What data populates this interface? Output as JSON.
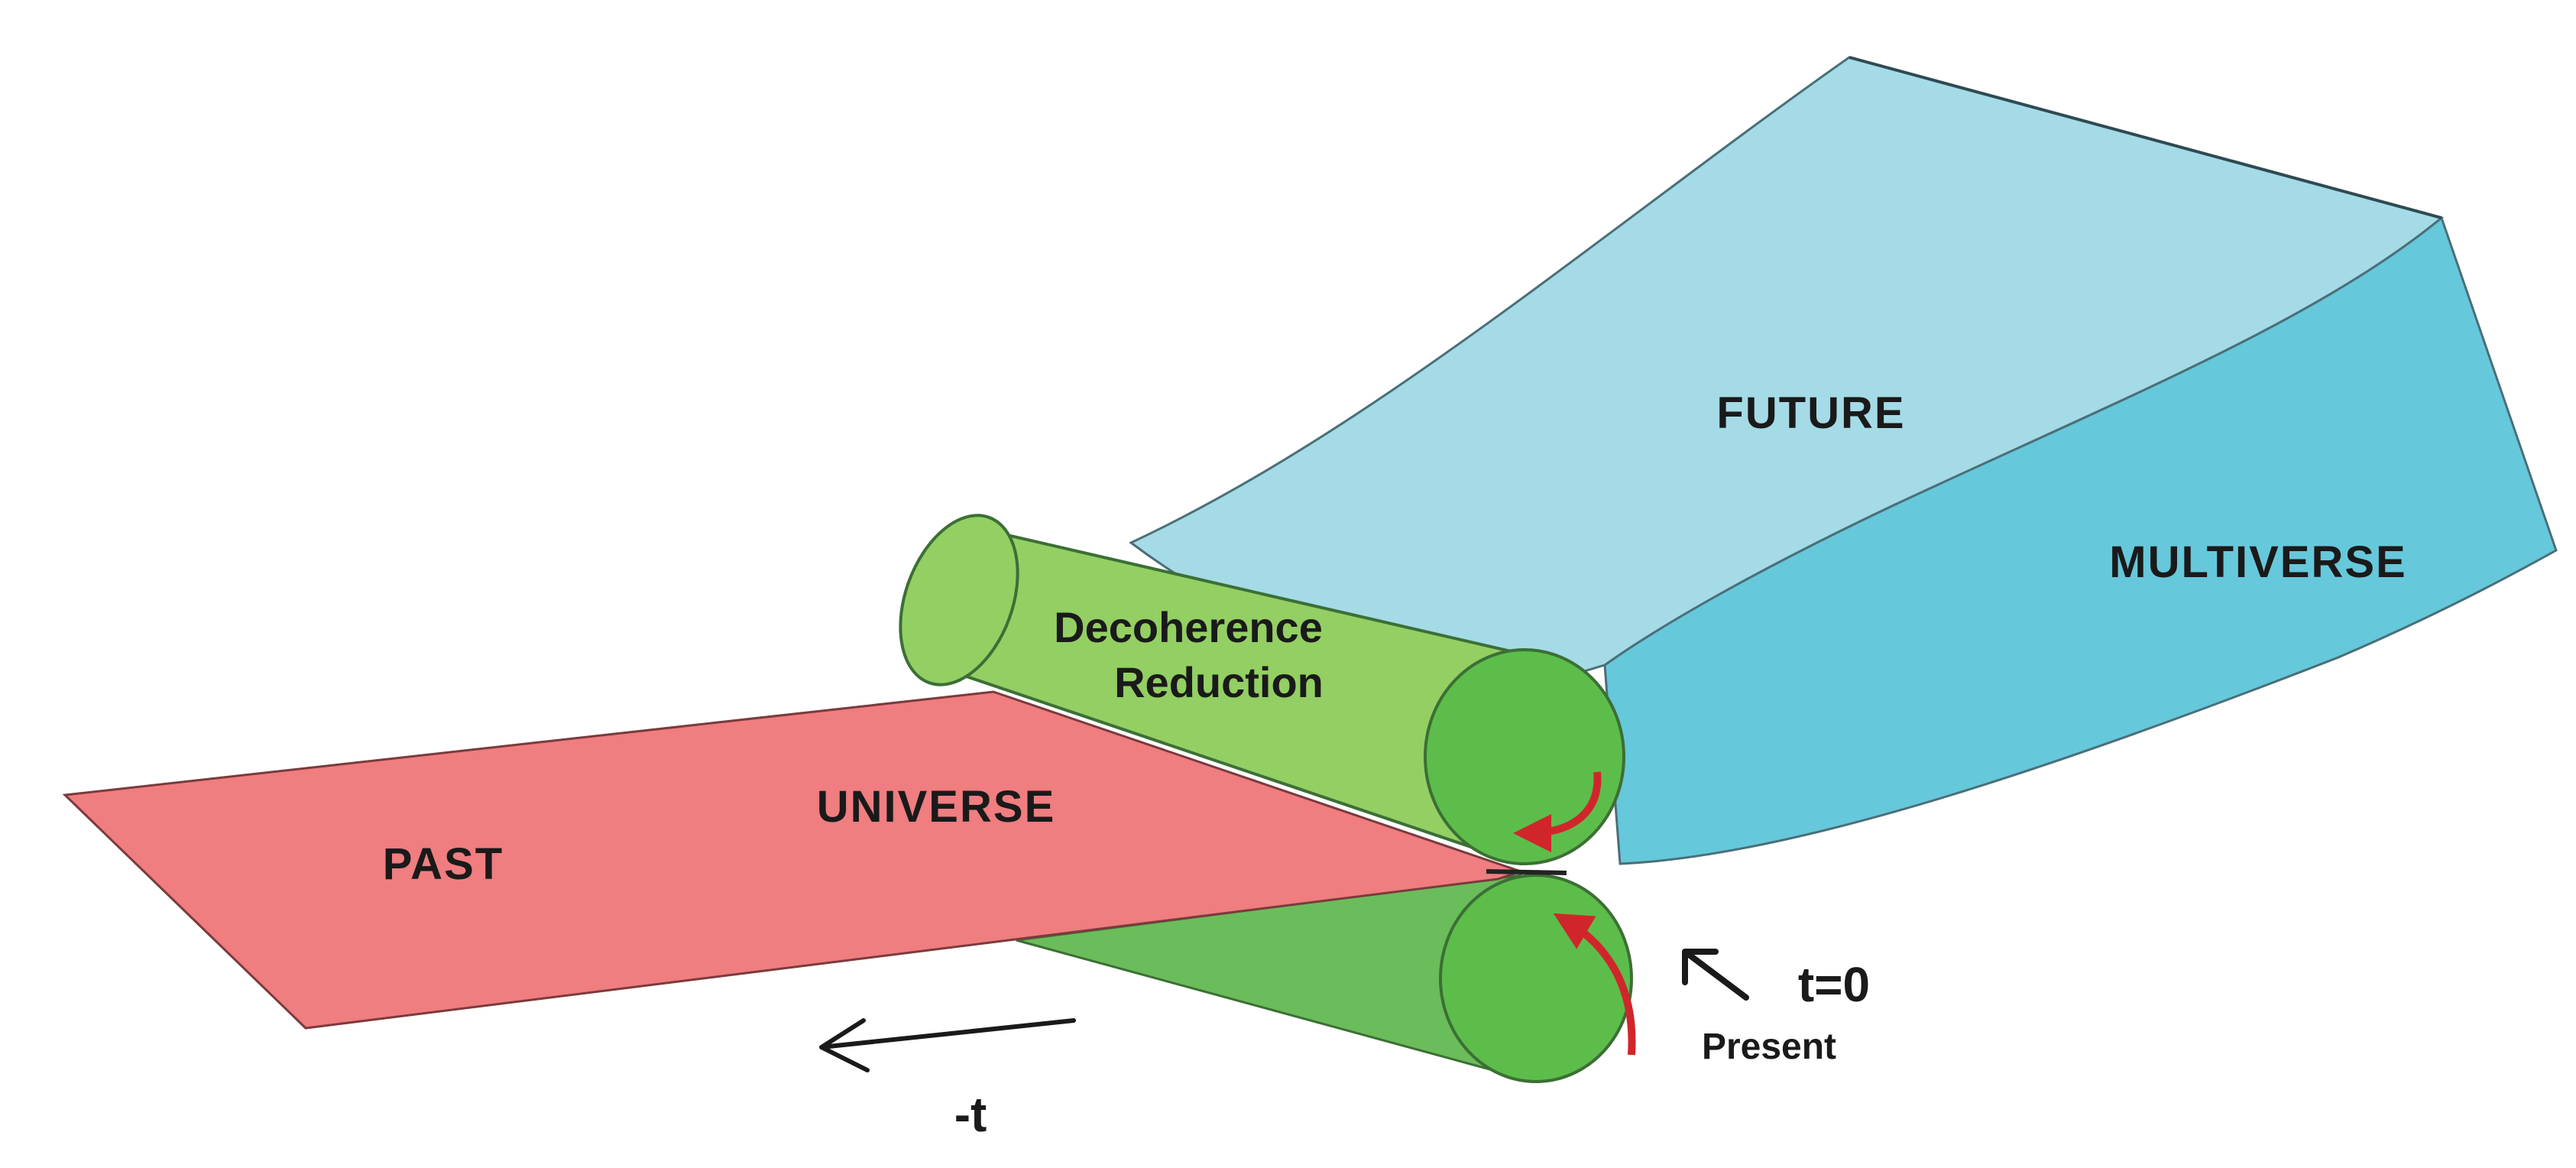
{
  "labels": {
    "future": "FUTURE",
    "multiverse": "MULTIVERSE",
    "decoherence_line1": "Decoherence",
    "decoherence_line2": "Reduction",
    "universe": "UNIVERSE",
    "past": "PAST",
    "t_zero": "t=0",
    "present": "Present",
    "minus_t": "-t"
  },
  "colors": {
    "past_sheet": "#f07d80",
    "future_top": "#a4dbe7",
    "future_side": "#66c8db",
    "roller_body": "#93cf63",
    "roller_face": "#5dbd4a",
    "lower_sheet": "#6abd5a",
    "rotation_arrow": "#d0262b",
    "outline": "#4a4a4a"
  }
}
